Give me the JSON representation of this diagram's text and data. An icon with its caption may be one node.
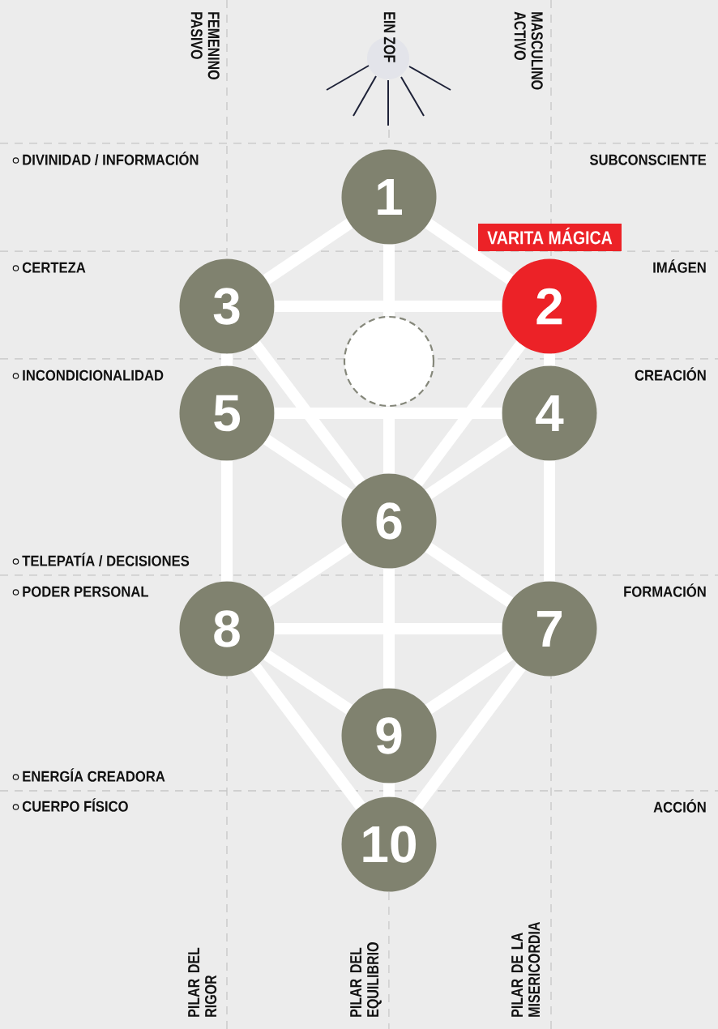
{
  "diagram": {
    "nodes": [
      {
        "text": [
          "EIN ZOF"
        ]
      },
      {
        "text": [
          "1"
        ]
      },
      {
        "text": [
          "3"
        ]
      },
      {
        "text": [
          "2"
        ],
        "beside": [
          "VARITA MÁGICA"
        ]
      },
      {
        "text": [],
        "shape": "circle"
      },
      {
        "text": [
          "5"
        ]
      },
      {
        "text": [
          "4"
        ]
      },
      {
        "text": [
          "6"
        ]
      },
      {
        "text": [
          "8"
        ]
      },
      {
        "text": [
          "7"
        ]
      },
      {
        "text": [
          "9"
        ]
      },
      {
        "text": [
          "10"
        ]
      }
    ],
    "edges": [
      {
        "from": 1,
        "to": 2,
        "arrow": "none"
      },
      {
        "from": 1,
        "to": 3,
        "arrow": "none"
      },
      {
        "from": 1,
        "to": 4,
        "arrow": "none"
      },
      {
        "from": 4,
        "to": 7,
        "arrow": "none"
      },
      {
        "from": 2,
        "to": 3,
        "arrow": "none"
      },
      {
        "from": 2,
        "to": 5,
        "arrow": "none"
      },
      {
        "from": 3,
        "to": 6,
        "arrow": "none"
      },
      {
        "from": 2,
        "to": 7,
        "arrow": "none"
      },
      {
        "from": 3,
        "to": 7,
        "arrow": "none"
      },
      {
        "from": 5,
        "to": 6,
        "arrow": "none"
      },
      {
        "from": 5,
        "to": 7,
        "arrow": "none"
      },
      {
        "from": 6,
        "to": 7,
        "arrow": "none"
      },
      {
        "from": 5,
        "to": 8,
        "arrow": "none"
      },
      {
        "from": 6,
        "to": 9,
        "arrow": "none"
      },
      {
        "from": 7,
        "to": 8,
        "arrow": "none"
      },
      {
        "from": 7,
        "to": 9,
        "arrow": "none"
      },
      {
        "from": 7,
        "to": 10,
        "arrow": "none"
      },
      {
        "from": 8,
        "to": 9,
        "arrow": "none"
      },
      {
        "from": 8,
        "to": 10,
        "arrow": "none"
      },
      {
        "from": 9,
        "to": 10,
        "arrow": "none"
      },
      {
        "from": 8,
        "to": 11,
        "arrow": "none"
      },
      {
        "from": 9,
        "to": 11,
        "arrow": "none"
      },
      {
        "from": 10,
        "to": 11,
        "arrow": "none"
      }
    ],
    "labels": [
      "FEMENINO PASIVO",
      "MASCULINO ACTIVO",
      "DIVINIDAD / INFORMACIÓN",
      "SUBCONSCIENTE",
      "CERTEZA",
      "IMÁGEN",
      "INCONDICIONALIDAD",
      "CREACIÓN",
      "TELEPATÍA / DECISIONES",
      "PODER PERSONAL",
      "FORMACIÓN",
      "ENERGÍA CREADORA",
      "CUERPO FÍSICO",
      "ACCIÓN",
      "PILAR DEL RIGOR",
      "PILAR DEL EQUILIBRIO",
      "PILAR DE LA MISERICORDIA"
    ]
  }
}
